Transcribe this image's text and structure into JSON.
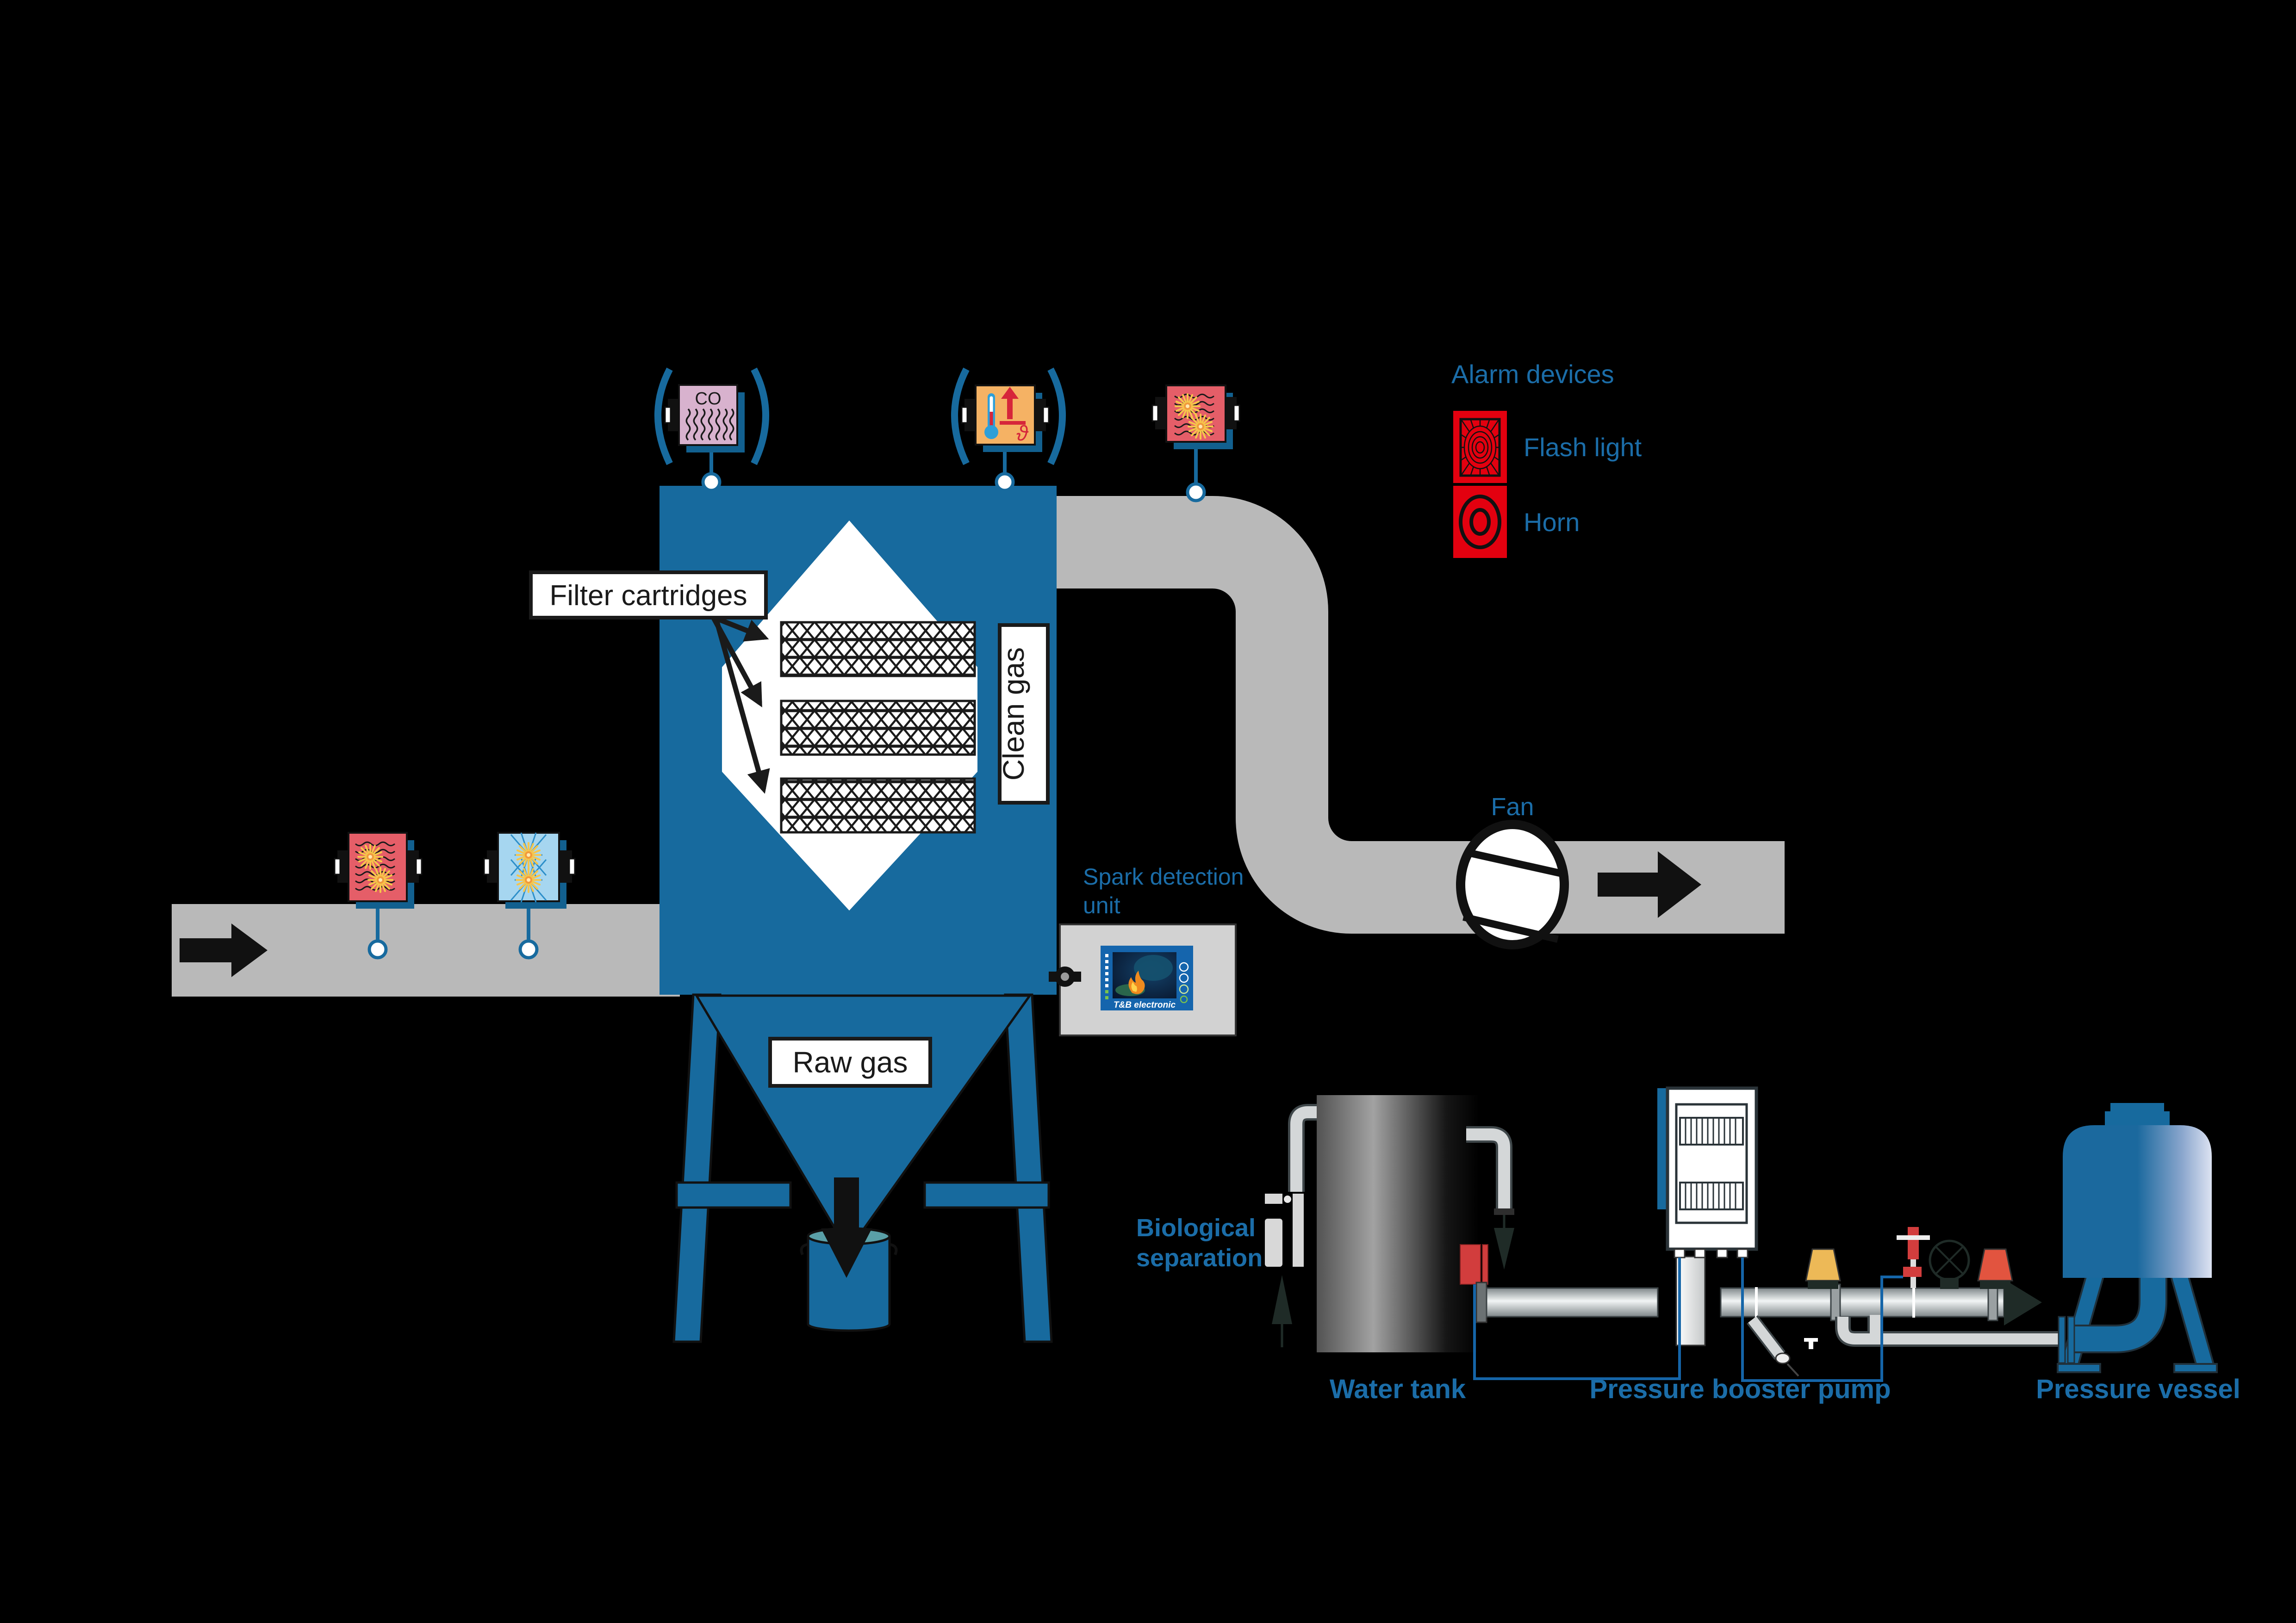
{
  "housing": {
    "filter_label": "Filter cartridges",
    "clean_gas_label": "Clean gas",
    "raw_gas_label": "Raw gas"
  },
  "sensors": {
    "co_label": "CO",
    "theta_symbol": "ϑ"
  },
  "fan": {
    "label": "Fan"
  },
  "alarm_legend": {
    "title": "Alarm devices",
    "items": [
      {
        "label": "Flash light"
      },
      {
        "label": "Horn"
      }
    ]
  },
  "spark_detection": {
    "label_line1": "Spark detection",
    "label_line2": "unit",
    "logo": "T&B electronic"
  },
  "water_system": {
    "biological_line1": "Biological",
    "biological_line2": "separation",
    "water_tank_label": "Water tank",
    "booster_pump_label": "Pressure booster pump",
    "pressure_vessel_label": "Pressure vessel"
  },
  "colors": {
    "housing_blue": "#176a9e",
    "duct_gray": "#b9b9b9",
    "alarm_red": "#e3000f",
    "label_blue": "#1b6da8",
    "sensor_salmon": "#e55e68",
    "sensor_mauve": "#d8b2ce",
    "sensor_orange": "#f5b264",
    "sensor_lightblue": "#a6d6f0",
    "background": "#000000"
  }
}
